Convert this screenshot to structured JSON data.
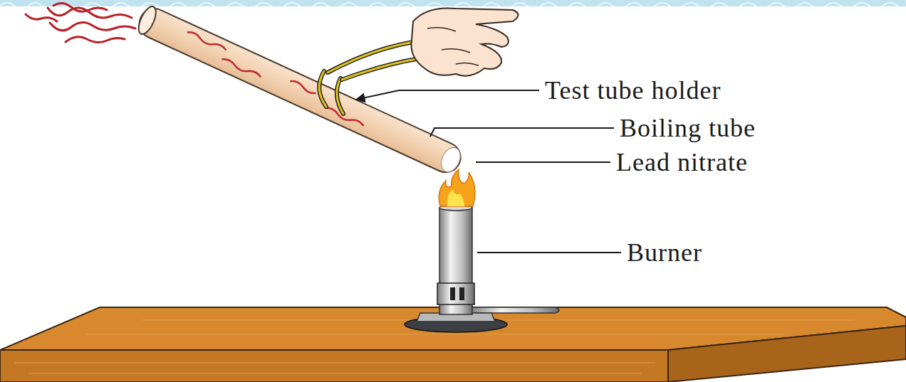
{
  "diagram": {
    "labels": [
      "Test tube holder",
      "Boiling tube",
      "Lead nitrate",
      "Burner"
    ]
  }
}
